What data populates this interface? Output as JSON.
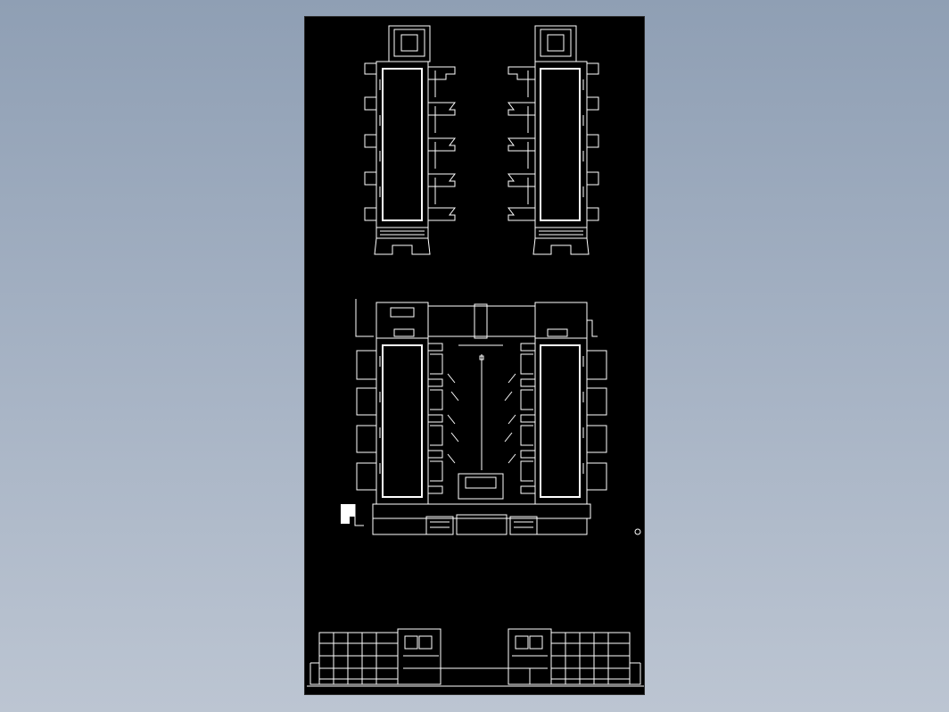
{
  "viewer": {
    "background": "#9aa7ba",
    "sheet_background": "#000000",
    "line_color": "#ffffff"
  },
  "drawing": {
    "views": [
      {
        "id": "upper-floor-plan",
        "kind": "floor plan",
        "wings": 2
      },
      {
        "id": "ground-floor-plan",
        "kind": "floor plan",
        "wings": 2
      },
      {
        "id": "front-elevation",
        "kind": "elevation",
        "wings": 2
      }
    ],
    "bays_per_wing_upper": 5,
    "bays_per_wing_ground": 4
  }
}
